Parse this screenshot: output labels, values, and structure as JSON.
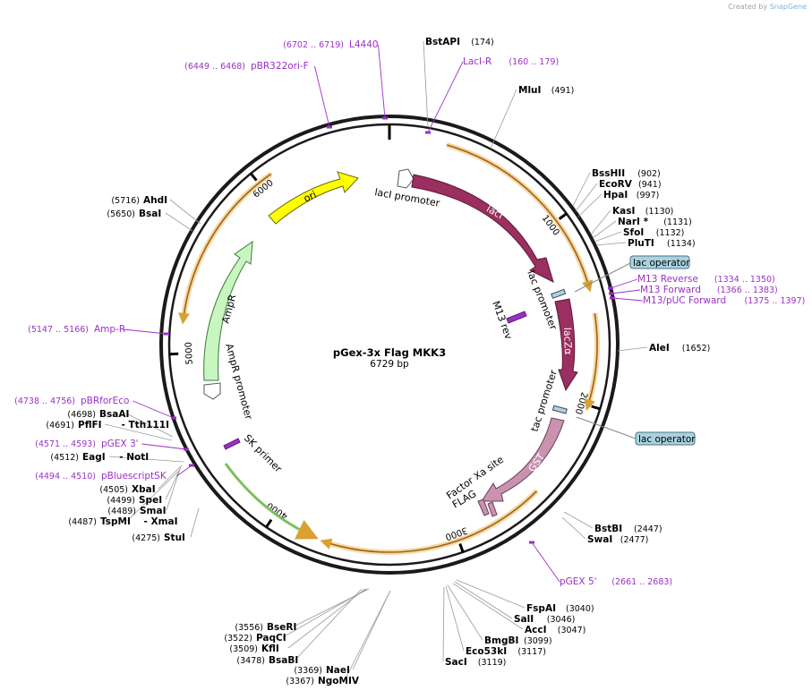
{
  "credit": {
    "prefix": "Created by",
    "brand": "SnapGene"
  },
  "plasmid": {
    "name": "pGex-3x Flag MKK3",
    "length_label": "6729 bp",
    "length": 6729
  },
  "ticks": [
    {
      "bp": 1000,
      "label": "1000"
    },
    {
      "bp": 2000,
      "label": "2000"
    },
    {
      "bp": 3000,
      "label": "3000"
    },
    {
      "bp": 4000,
      "label": "4000"
    },
    {
      "bp": 5000,
      "label": "5000"
    },
    {
      "bp": 6000,
      "label": "6000"
    }
  ],
  "enzymes": [
    {
      "name": "BstAPI",
      "pos": "(174)"
    },
    {
      "name": "MluI",
      "pos": "(491)"
    },
    {
      "name": "BssHII",
      "pos": "(902)"
    },
    {
      "name": "EcoRV",
      "pos": "(941)"
    },
    {
      "name": "HpaI",
      "pos": "(997)"
    },
    {
      "name": "KasI",
      "pos": "(1130)"
    },
    {
      "name": "NarI *",
      "pos": "(1131)"
    },
    {
      "name": "SfoI",
      "pos": "(1132)"
    },
    {
      "name": "PluTI",
      "pos": "(1134)"
    },
    {
      "name": "AleI",
      "pos": "(1652)"
    },
    {
      "name": "BstBI",
      "pos": "(2447)"
    },
    {
      "name": "SwaI",
      "pos": "(2477)"
    },
    {
      "name": "FspAI",
      "pos": "(3040)"
    },
    {
      "name": "SalI",
      "pos": "(3046)"
    },
    {
      "name": "AccI",
      "pos": "(3047)"
    },
    {
      "name": "BmgBI",
      "pos": "(3099)"
    },
    {
      "name": "Eco53kI",
      "pos": "(3117)"
    },
    {
      "name": "SacI",
      "pos": "(3119)"
    },
    {
      "name": "BseRI",
      "pos": "(3556)"
    },
    {
      "name": "PaqCI",
      "pos": "(3522)"
    },
    {
      "name": "KflI",
      "pos": "(3509)"
    },
    {
      "name": "BsaBI",
      "pos": "(3478)"
    },
    {
      "name": "NaeI",
      "pos": "(3369)"
    },
    {
      "name": "NgoMIV",
      "pos": "(3367)"
    },
    {
      "name": "StuI",
      "pos": "(4275)"
    },
    {
      "name": "TspMI",
      "pos": "(4487)",
      "name2": "XmaI"
    },
    {
      "name": "SmaI",
      "pos": "(4489)"
    },
    {
      "name": "SpeI",
      "pos": "(4499)"
    },
    {
      "name": "XbaI",
      "pos": "(4505)"
    },
    {
      "name": "EagI",
      "pos": "(4512)",
      "name2": "NotI"
    },
    {
      "name": "PflFI",
      "pos": "(4691)",
      "name2": "Tth111I"
    },
    {
      "name": "BsaAI",
      "pos": "(4698)"
    },
    {
      "name": "BsaI",
      "pos": "(5650)"
    },
    {
      "name": "AhdI",
      "pos": "(5716)"
    }
  ],
  "primers": [
    {
      "name": "L4440",
      "pos": "(6702 .. 6719)"
    },
    {
      "name": "pBR322ori-F",
      "pos": "(6449 .. 6468)"
    },
    {
      "name": "LacI-R",
      "pos": "(160 .. 179)"
    },
    {
      "name": "M13 Reverse",
      "pos": "(1334 .. 1350)"
    },
    {
      "name": "M13 Forward",
      "pos": "(1366 .. 1383)"
    },
    {
      "name": "M13/pUC Forward",
      "pos": "(1375 .. 1397)"
    },
    {
      "name": "pGEX 5'",
      "pos": "(2661 .. 2683)"
    },
    {
      "name": "Amp-R",
      "pos": "(5147 .. 5166)"
    },
    {
      "name": "pBRforEco",
      "pos": "(4738 .. 4756)"
    },
    {
      "name": "pGEX 3'",
      "pos": "(4571 .. 4593)"
    },
    {
      "name": "pBluescriptSK",
      "pos": "(4494 .. 4510)"
    }
  ],
  "features": {
    "ori": "ori",
    "lacI": "lacI",
    "lacI_promoter": "lacI promoter",
    "lac_promoter": "lac promoter",
    "lacZa": "lacZα",
    "tac_promoter": "tac promoter",
    "GST": "GST",
    "factor_xa": "Factor Xa site",
    "flag": "FLAG",
    "m13rev": "M13 rev",
    "ampR": "AmpR",
    "ampR_promoter": "AmpR promoter",
    "sk_primer": "SK primer",
    "lac_operator_1": "lac operator",
    "lac_operator_2": "lac operator"
  },
  "colors": {
    "backbone": "#1a1a1a",
    "primer": "#9b30c8",
    "ori": "#ffff00",
    "lacI": "#9b2f5f",
    "gst": "#c993b0",
    "ampR": "#c8f5c0",
    "orf": "#f5c97a",
    "operator_fill": "#a9d2e0"
  }
}
